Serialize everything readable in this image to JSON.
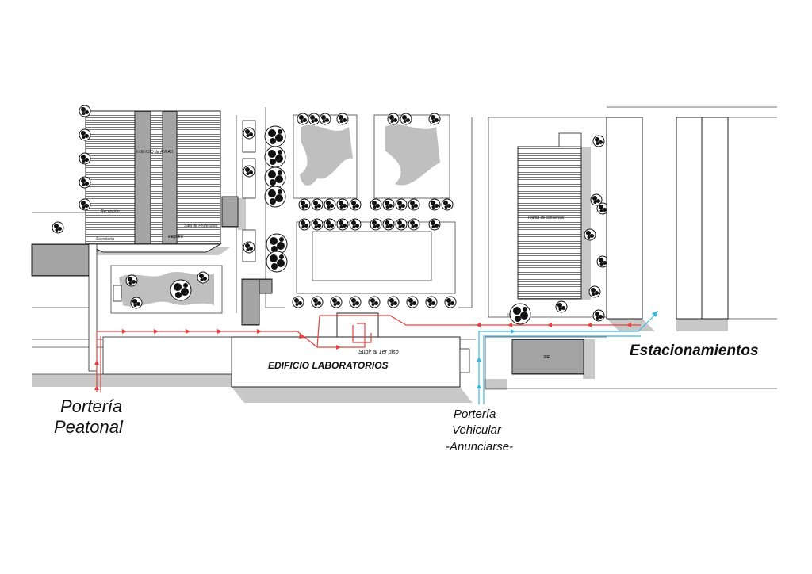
{
  "labels": {
    "porteria_peatonal_line1": "Portería",
    "porteria_peatonal_line2": "Peatonal",
    "porteria_vehicular_line1": "Portería",
    "porteria_vehicular_line2": "Vehicular",
    "porteria_vehicular_line3": "-Anunciarse-",
    "estacionamientos": "Estacionamientos",
    "edificio_laboratorios": "EDIFICIO LABORATORIOS",
    "subir_1er_piso": "Subir al 1er piso",
    "edificio_aulas": "EDIFICIO de AULAS",
    "recepcion": "Recepción",
    "secretaria": "Secretaría",
    "sala_profesores": "Sala de Profesores",
    "registro": "Registro",
    "planta": "Planta de conservas",
    "sub": "S/E"
  },
  "colors": {
    "pedestrian_route": "#e8403c",
    "vehicle_route": "#3fb7e0",
    "shadow": "#c8c8c8",
    "tree": "#222222",
    "garden": "#bfbfbf"
  }
}
